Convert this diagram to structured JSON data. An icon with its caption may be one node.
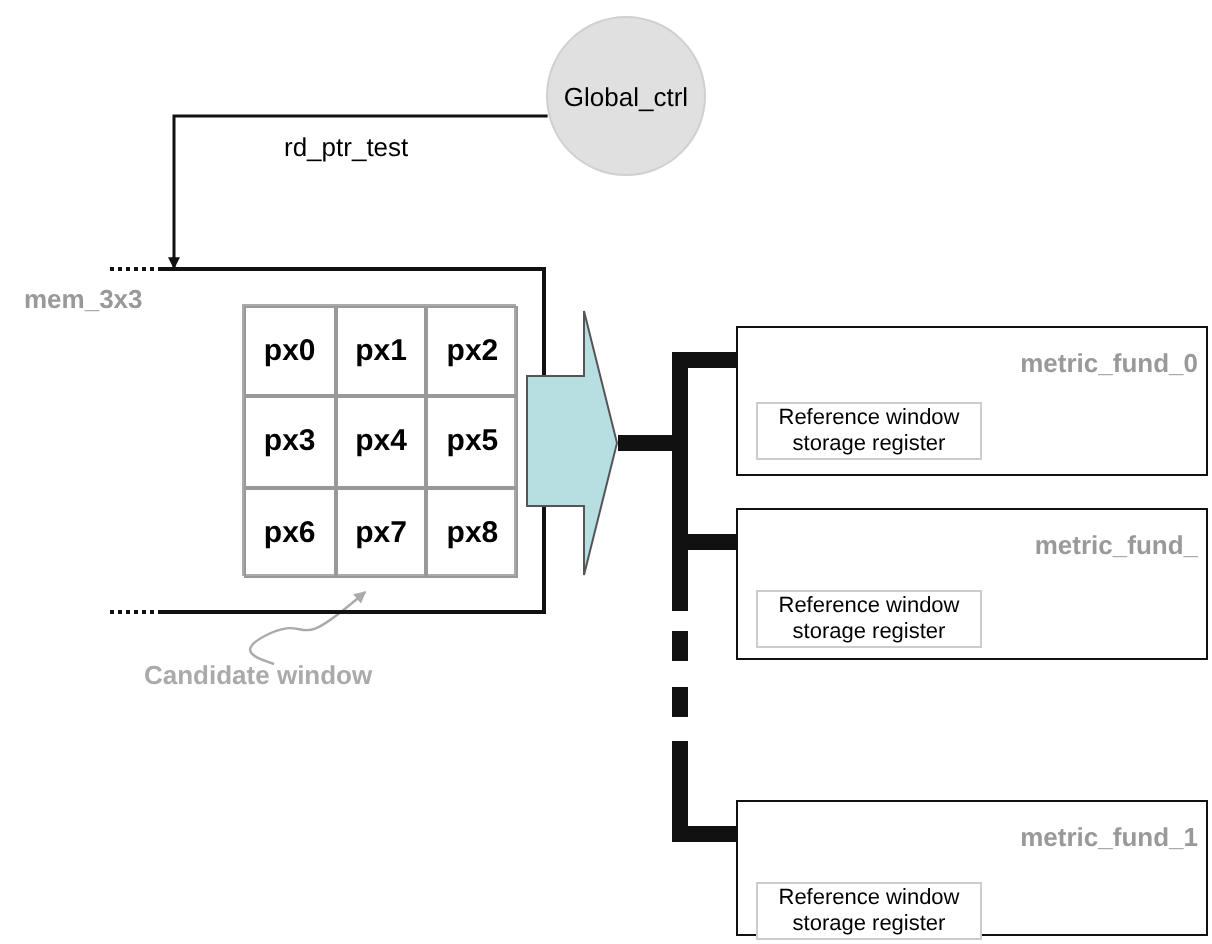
{
  "diagram": {
    "nodes": [
      {
        "text": [
          "Global_ctrl"
        ]
      },
      {
        "text": [
          "mem_3x3"
        ]
      },
      {
        "text": [],
        "shape": "box",
        "in": 1
      },
      {
        "text": [
          "px0"
        ],
        "in": 2
      },
      {
        "text": [
          "px1"
        ],
        "in": 2
      },
      {
        "text": [
          "px2"
        ],
        "in": 2
      },
      {
        "text": [
          "px3"
        ],
        "in": 2
      },
      {
        "text": [
          "px4"
        ],
        "in": 2
      },
      {
        "text": [
          "px5"
        ],
        "in": 2
      },
      {
        "text": [
          "px6"
        ],
        "in": 2
      },
      {
        "text": [
          "px7"
        ],
        "in": 2
      },
      {
        "text": [
          "px8"
        ],
        "in": 2
      },
      {
        "text": [],
        "shape": "arrow"
      },
      {
        "text": [
          "metric_fund_0"
        ]
      },
      {
        "text": [
          "Reference window storage register"
        ],
        "in": 13
      },
      {
        "text": [
          "metric_fund_"
        ]
      },
      {
        "text": [
          "Reference window storage register"
        ],
        "in": 15
      },
      {
        "text": [
          "metric_fund_1"
        ]
      },
      {
        "text": [
          "Reference window storage register"
        ],
        "in": 17
      },
      {
        "text": [
          "Candidate window"
        ]
      }
    ],
    "edges": [
      {
        "from": 0,
        "to": 1,
        "arrow": "to",
        "label": "rd_ptr_test"
      },
      {
        "from": 12,
        "to": 13,
        "arrow": "none"
      },
      {
        "from": 12,
        "to": 15,
        "arrow": "none"
      },
      {
        "from": 12,
        "to": 17,
        "arrow": "none",
        "style": "dashed"
      },
      {
        "from": 19,
        "to": 2,
        "arrow": "to",
        "color": "#aaaaaa"
      }
    ]
  }
}
